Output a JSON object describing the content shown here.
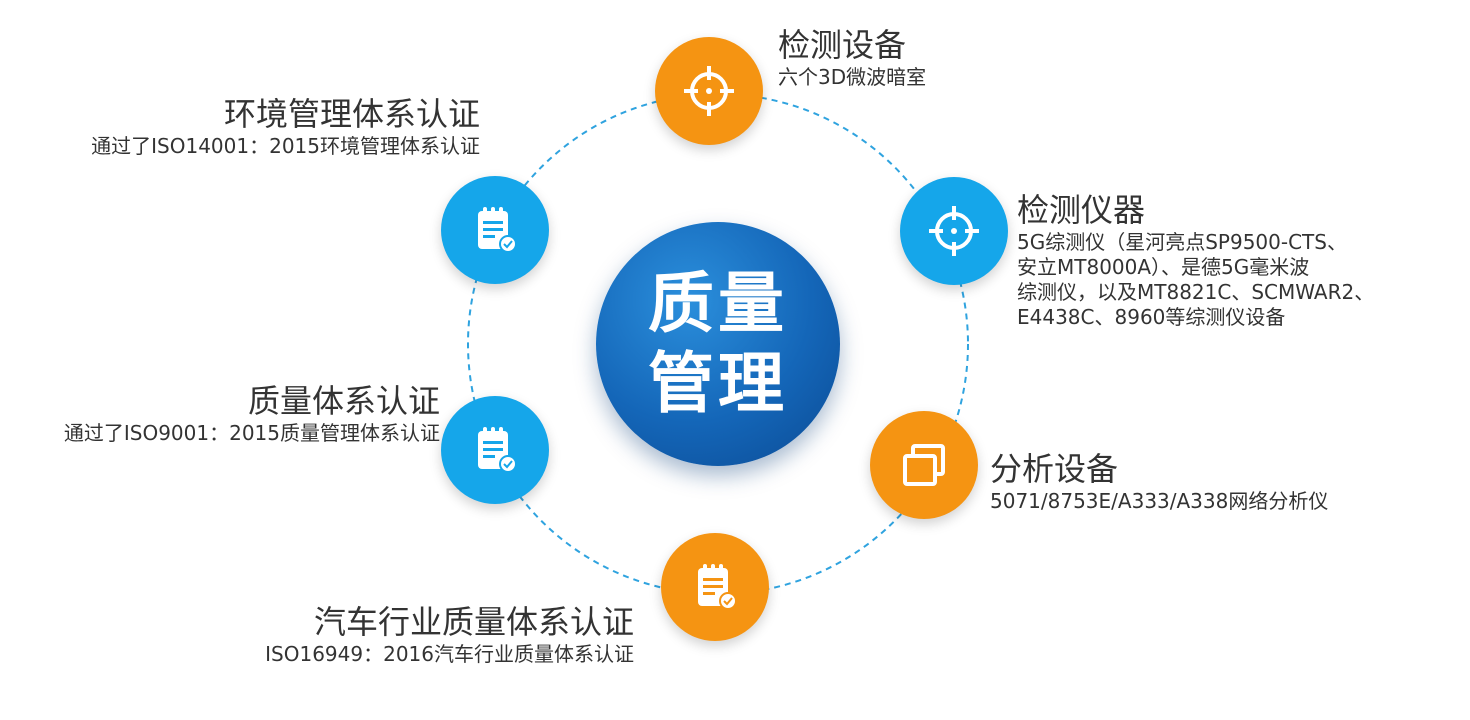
{
  "center": {
    "line1": "质量",
    "line2": "管理"
  },
  "colors": {
    "blue": "#15a6ea",
    "orange": "#f59412",
    "center": "#1466b8",
    "ring": "#2fa3df"
  },
  "nodes": [
    {
      "id": "env-cert",
      "color": "blue",
      "icon": "clipboard-check-icon",
      "title": "环境管理体系认证",
      "desc": [
        "通过了ISO14001：2015环境管理体系认证"
      ]
    },
    {
      "id": "test-equipment",
      "color": "orange",
      "icon": "crosshair-icon",
      "title": "检测设备",
      "desc": [
        "六个3D微波暗室"
      ]
    },
    {
      "id": "test-instruments",
      "color": "blue",
      "icon": "crosshair-icon",
      "title": "检测仪器",
      "desc": [
        "5G综测仪（星河亮点SP9500-CTS、",
        "安立MT8000A）、是德5G毫米波",
        "综测仪，以及MT8821C、SCMWAR2、",
        "E4438C、8960等综测仪设备"
      ]
    },
    {
      "id": "analysis-equipment",
      "color": "orange",
      "icon": "windows-copy-icon",
      "title": "分析设备",
      "desc": [
        "5071/8753E/A333/A338网络分析仪"
      ]
    },
    {
      "id": "quality-cert",
      "color": "blue",
      "icon": "clipboard-check-icon",
      "title": "质量体系认证",
      "desc": [
        "通过了ISO9001：2015质量管理体系认证"
      ]
    },
    {
      "id": "auto-cert",
      "color": "orange",
      "icon": "clipboard-check-icon",
      "title": "汽车行业质量体系认证",
      "desc": [
        "ISO16949：2016汽车行业质量体系认证"
      ]
    }
  ]
}
